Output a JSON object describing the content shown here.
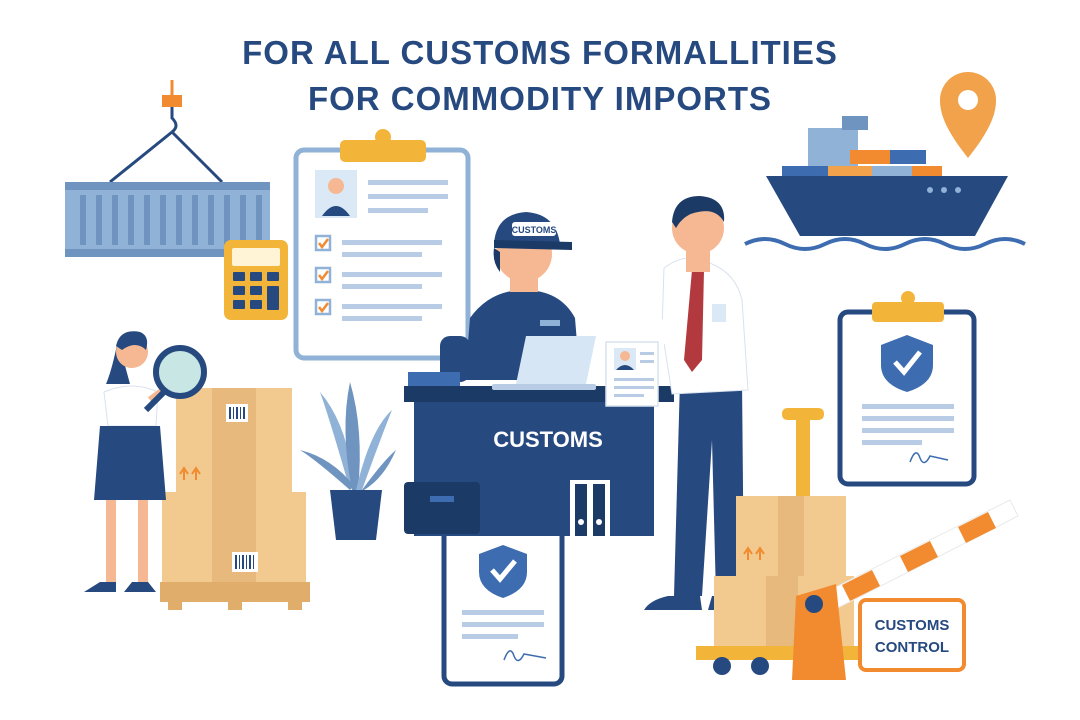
{
  "headline": {
    "line1": "FOR ALL CUSTOMS FORMALLITIES",
    "line2": "FOR COMMODITY IMPORTS"
  },
  "labels": {
    "cap_badge": "CUSTOMS",
    "desk_sign": "CUSTOMS",
    "control_sign_line1": "CUSTOMS",
    "control_sign_line2": "CONTROL"
  },
  "icons": [
    "shipping-container-icon",
    "calculator-icon",
    "clipboard-checklist-icon",
    "cargo-ship-icon",
    "location-pin-icon",
    "shield-check-icon",
    "magnifying-glass-icon",
    "cardboard-box-icon",
    "laptop-icon",
    "plant-icon",
    "binder-icon",
    "hand-truck-icon",
    "barrier-gate-icon",
    "signature-icon"
  ],
  "colors": {
    "navy": "#26497f",
    "blue": "#3d6db0",
    "light_blue": "#8fb2d6",
    "orange": "#f2a24a",
    "box": "#f2c98e",
    "box_dark": "#e0ae6a",
    "accent_orange": "#f28b30",
    "skin": "#f5b893"
  }
}
